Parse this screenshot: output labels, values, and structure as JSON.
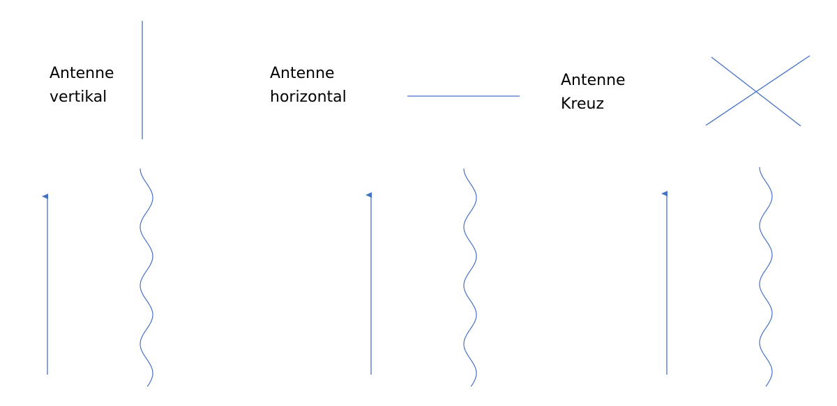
{
  "colors": {
    "stroke": "#4472C4",
    "text": "#000000",
    "background": "#ffffff"
  },
  "antennas": [
    {
      "kind": "vertical",
      "label_line1": "Antenne",
      "label_line2": "vertikal"
    },
    {
      "kind": "horizontal",
      "label_line1": "Antenne",
      "label_line2": "horizontal"
    },
    {
      "kind": "cross",
      "label_line1": "Antenne",
      "label_line2": "Kreuz"
    }
  ]
}
